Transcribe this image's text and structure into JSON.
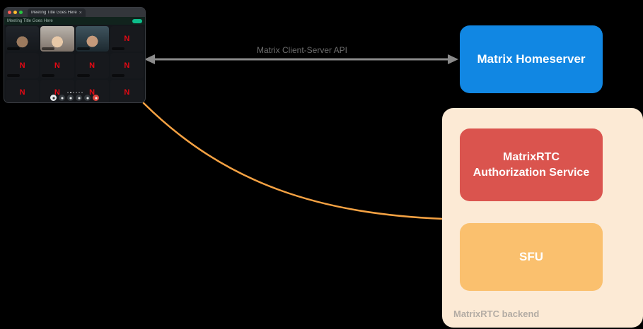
{
  "diagram": {
    "arrow": {
      "label": "Matrix Client-Server API",
      "color": "#8a8a8a",
      "label_color": "#6e6e6e"
    },
    "homeserver": {
      "label": "Matrix Homeserver",
      "bg": "#1187e3",
      "text_color": "#ffffff"
    },
    "backend": {
      "label": "MatrixRTC backend",
      "bg": "#fcead5",
      "label_color": "#b3aca4"
    },
    "auth_service": {
      "label": "MatrixRTC Authorization Service",
      "bg": "#da544e",
      "text_color": "#ffffff"
    },
    "sfu": {
      "label": "SFU",
      "bg": "#fac06e",
      "text_color": "#ffffff"
    },
    "rtc_link_color": "#f5a243"
  },
  "call_app": {
    "tab_title": "Meeting Title Goes Here",
    "header_title": "Meeting Title Goes Here",
    "join_button_color": "#0dbd8b",
    "logo_letter": "N",
    "logo_color": "#e50914",
    "icons": {
      "close": "×"
    }
  }
}
